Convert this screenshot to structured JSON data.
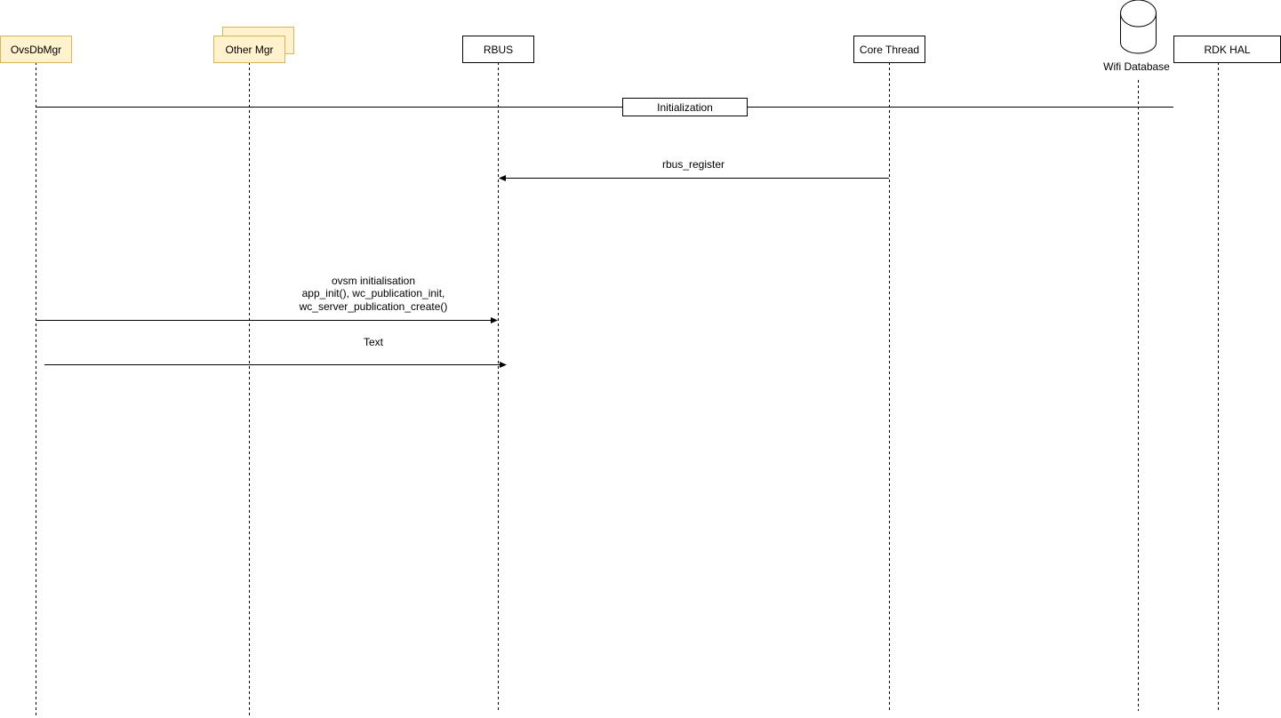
{
  "participants": {
    "ovsdbmgr": "OvsDbMgr",
    "other_mgr": "Other Mgr",
    "rbus": "RBUS",
    "core_thread": "Core Thread",
    "wifi_database": "Wifi Database",
    "rdk_hal": "RDK HAL"
  },
  "frame": {
    "label": "Initialization"
  },
  "messages": {
    "rbus_register": "rbus_register",
    "ovsm_init_line1": "ovsm initialisation",
    "ovsm_init_line2": "app_init(), wc_publication_init,",
    "ovsm_init_line3": "wc_server_publication_create()",
    "text": "Text"
  },
  "colors": {
    "mgr_fill": "#fff2cc",
    "mgr_stroke": "#d6b656",
    "line": "#000000"
  }
}
